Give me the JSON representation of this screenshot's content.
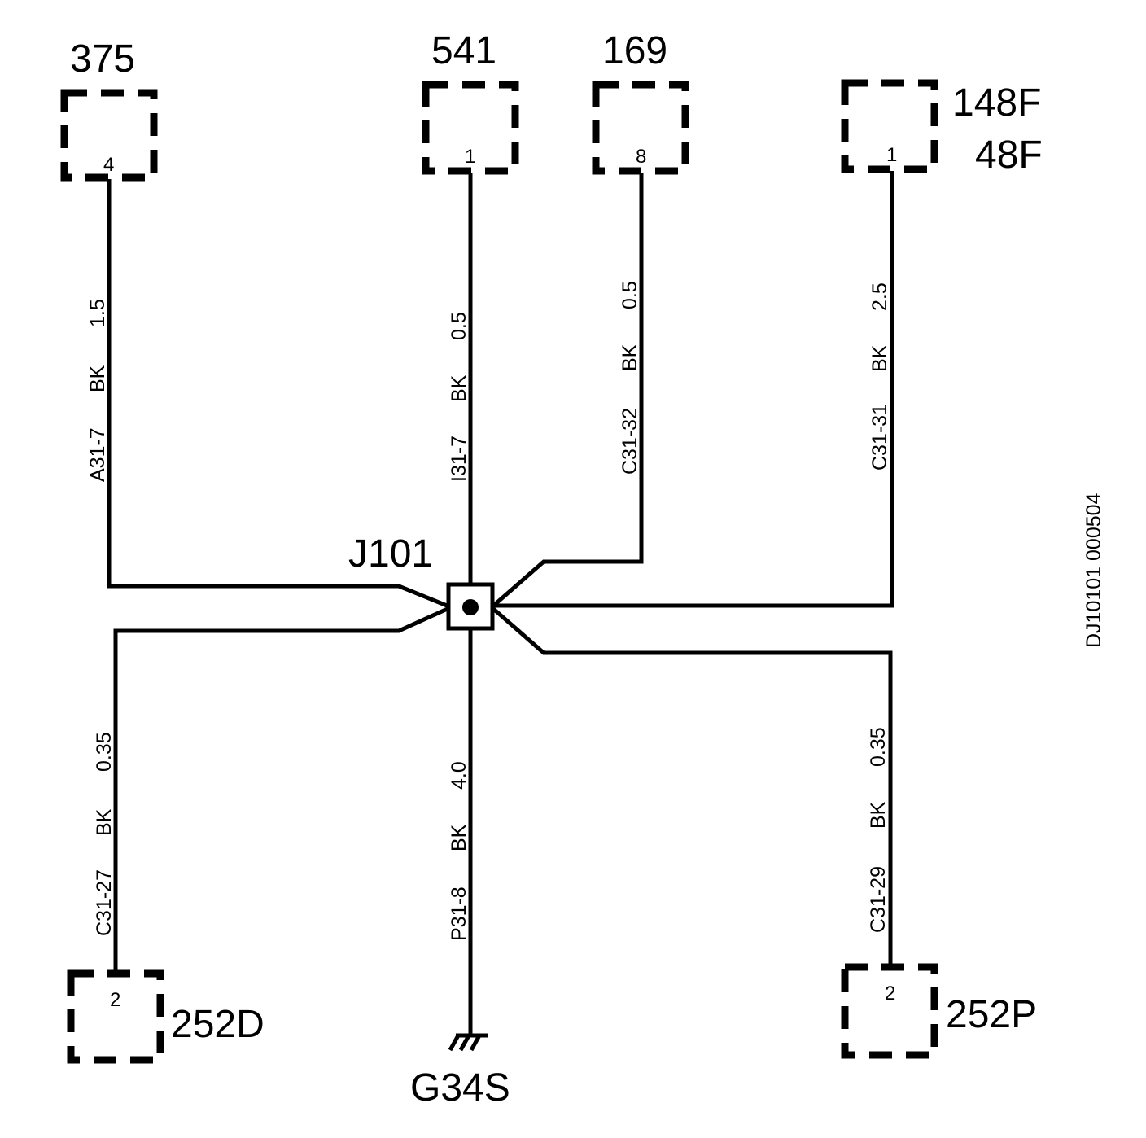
{
  "splice": {
    "id": "J101"
  },
  "ground": {
    "id": "G34S"
  },
  "doc_id": "DJ10101 000504",
  "connectors": {
    "c375": {
      "id": "375",
      "pin": "4"
    },
    "c541": {
      "id": "541",
      "pin": "1"
    },
    "c169": {
      "id": "169",
      "pin": "8"
    },
    "c148f": {
      "id_1": "148F",
      "id_2": "48F",
      "pin": "1"
    },
    "c252d": {
      "id": "252D",
      "pin": "2"
    },
    "c252p": {
      "id": "252P",
      "pin": "2"
    }
  },
  "wires": {
    "w375": {
      "circuit": "A31-7",
      "color": "BK",
      "size": "1.5"
    },
    "w541": {
      "circuit": "I31-7",
      "color": "BK",
      "size": "0.5"
    },
    "w169": {
      "circuit": "C31-32",
      "color": "BK",
      "size": "0.5"
    },
    "w148f": {
      "circuit": "C31-31",
      "color": "BK",
      "size": "2.5"
    },
    "w252d": {
      "circuit": "C31-27",
      "color": "BK",
      "size": "0.35"
    },
    "wg34s": {
      "circuit": "P31-8",
      "color": "BK",
      "size": "4.0"
    },
    "w252p": {
      "circuit": "C31-29",
      "color": "BK",
      "size": "0.35"
    }
  }
}
